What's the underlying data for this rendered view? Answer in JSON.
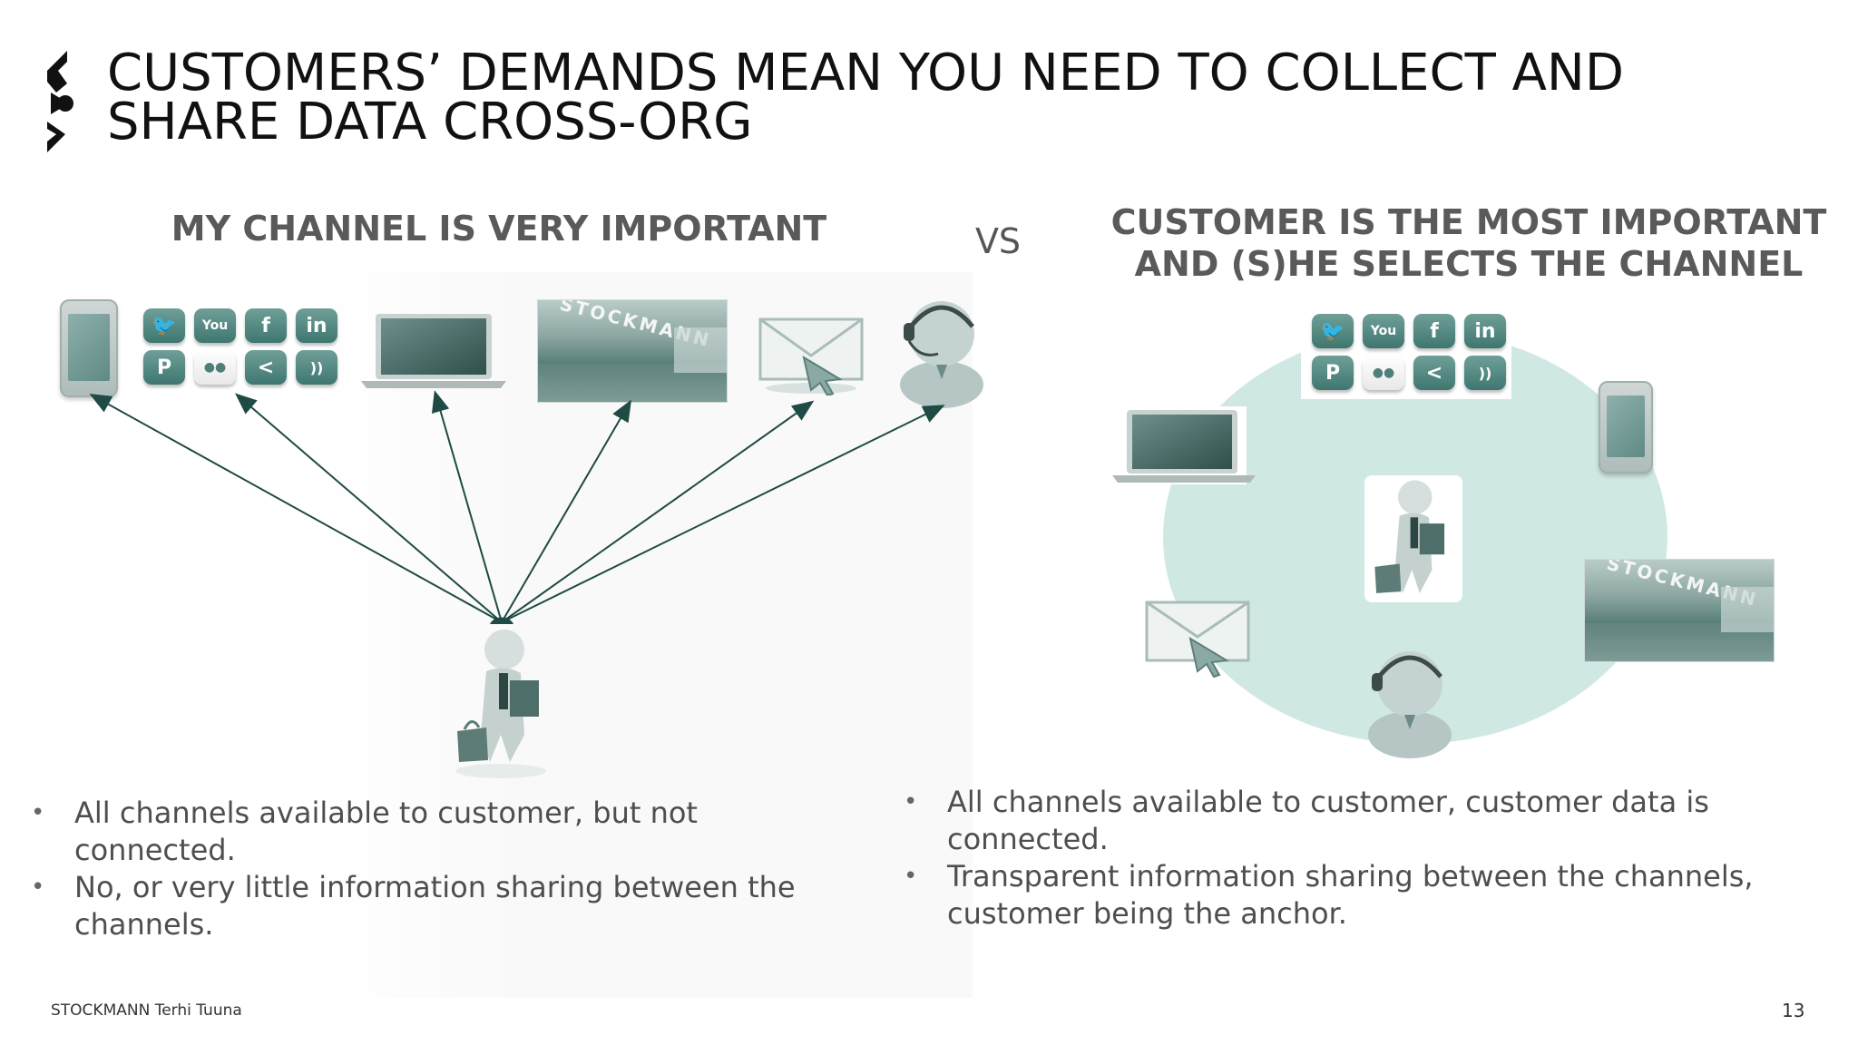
{
  "slide": {
    "title_line1": "CUSTOMERS’ DEMANDS MEAN YOU NEED TO COLLECT AND",
    "title_line2": "SHARE DATA  CROSS-ORG",
    "vs": "VS",
    "footer": "STOCKMANN Terhi Tuuna",
    "page_number": "13"
  },
  "left": {
    "heading": "MY CHANNEL IS VERY IMPORTANT",
    "bullets": [
      "All channels available to customer, but not connected.",
      "No, or very little information sharing between the channels."
    ]
  },
  "right": {
    "heading_line1": "CUSTOMER IS THE MOST IMPORTANT",
    "heading_line2": "AND (S)HE SELECTS THE CHANNEL",
    "bullets": [
      "All channels available to customer,  customer data is connected.",
      "Transparent information sharing between the channels, customer being the anchor."
    ]
  },
  "images": {
    "store_sign": "STOCKMANN",
    "social_icons": [
      "twitter-icon",
      "youtube-icon",
      "facebook-icon",
      "linkedin-icon",
      "pinterest-icon",
      "flickr-icon",
      "share-icon",
      "rss-icon"
    ],
    "social_glyphs": [
      "🐦",
      "You",
      "f",
      "in",
      "P",
      "●●",
      "<",
      "))"
    ]
  },
  "colors": {
    "accent_teal": "#3e7770",
    "circle": "#cfe8e3",
    "arrow": "#1f4a45"
  }
}
